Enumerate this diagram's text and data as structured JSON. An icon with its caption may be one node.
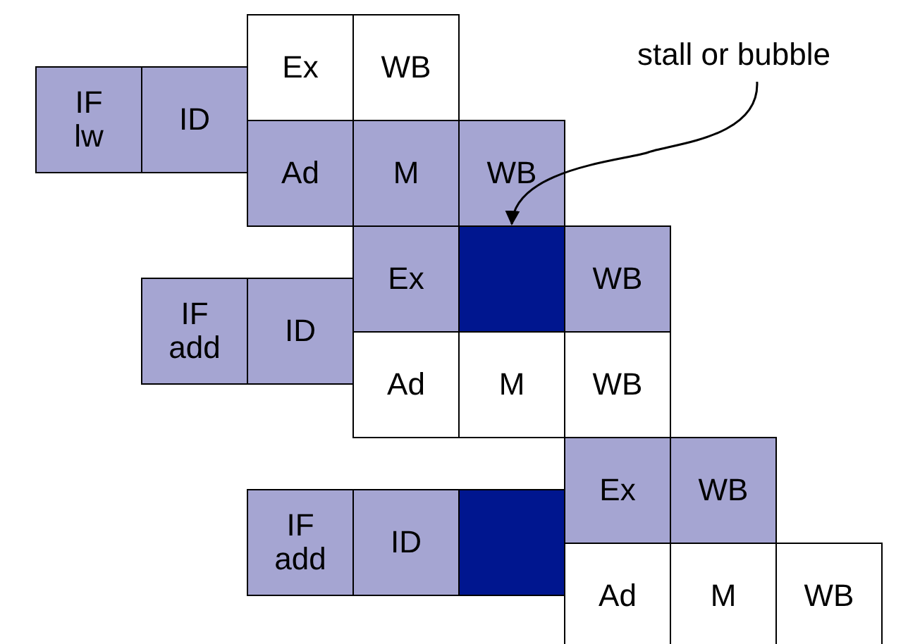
{
  "diagram": {
    "nodes": [
      {
        "text": [
          "Ex"
        ]
      },
      {
        "text": [
          "WB"
        ]
      },
      {
        "text": [
          "stall or bubble"
        ]
      },
      {
        "text": [
          "IF",
          "lw"
        ]
      },
      {
        "text": [
          "ID"
        ]
      },
      {
        "text": [
          "Ad"
        ]
      },
      {
        "text": [
          "M"
        ]
      },
      {
        "text": [
          "WB"
        ]
      },
      {
        "text": [
          "Ex"
        ]
      },
      {
        "text": [],
        "shape": "box"
      },
      {
        "text": [
          "WB"
        ]
      },
      {
        "text": [
          "IF",
          "add"
        ]
      },
      {
        "text": [
          "ID"
        ]
      },
      {
        "text": [
          "Ad"
        ]
      },
      {
        "text": [
          "M"
        ]
      },
      {
        "text": [
          "WB"
        ]
      },
      {
        "text": [
          "Ex"
        ]
      },
      {
        "text": [
          "WB"
        ]
      },
      {
        "text": [
          "IF",
          "add"
        ]
      },
      {
        "text": [
          "ID"
        ]
      },
      {
        "text": [],
        "shape": "box"
      },
      {
        "text": [
          "Ad"
        ]
      },
      {
        "text": [
          "M"
        ]
      },
      {
        "text": [
          "WB"
        ]
      }
    ],
    "edges": [
      {
        "from": 2,
        "to": 9,
        "arrow": "to"
      }
    ]
  }
}
